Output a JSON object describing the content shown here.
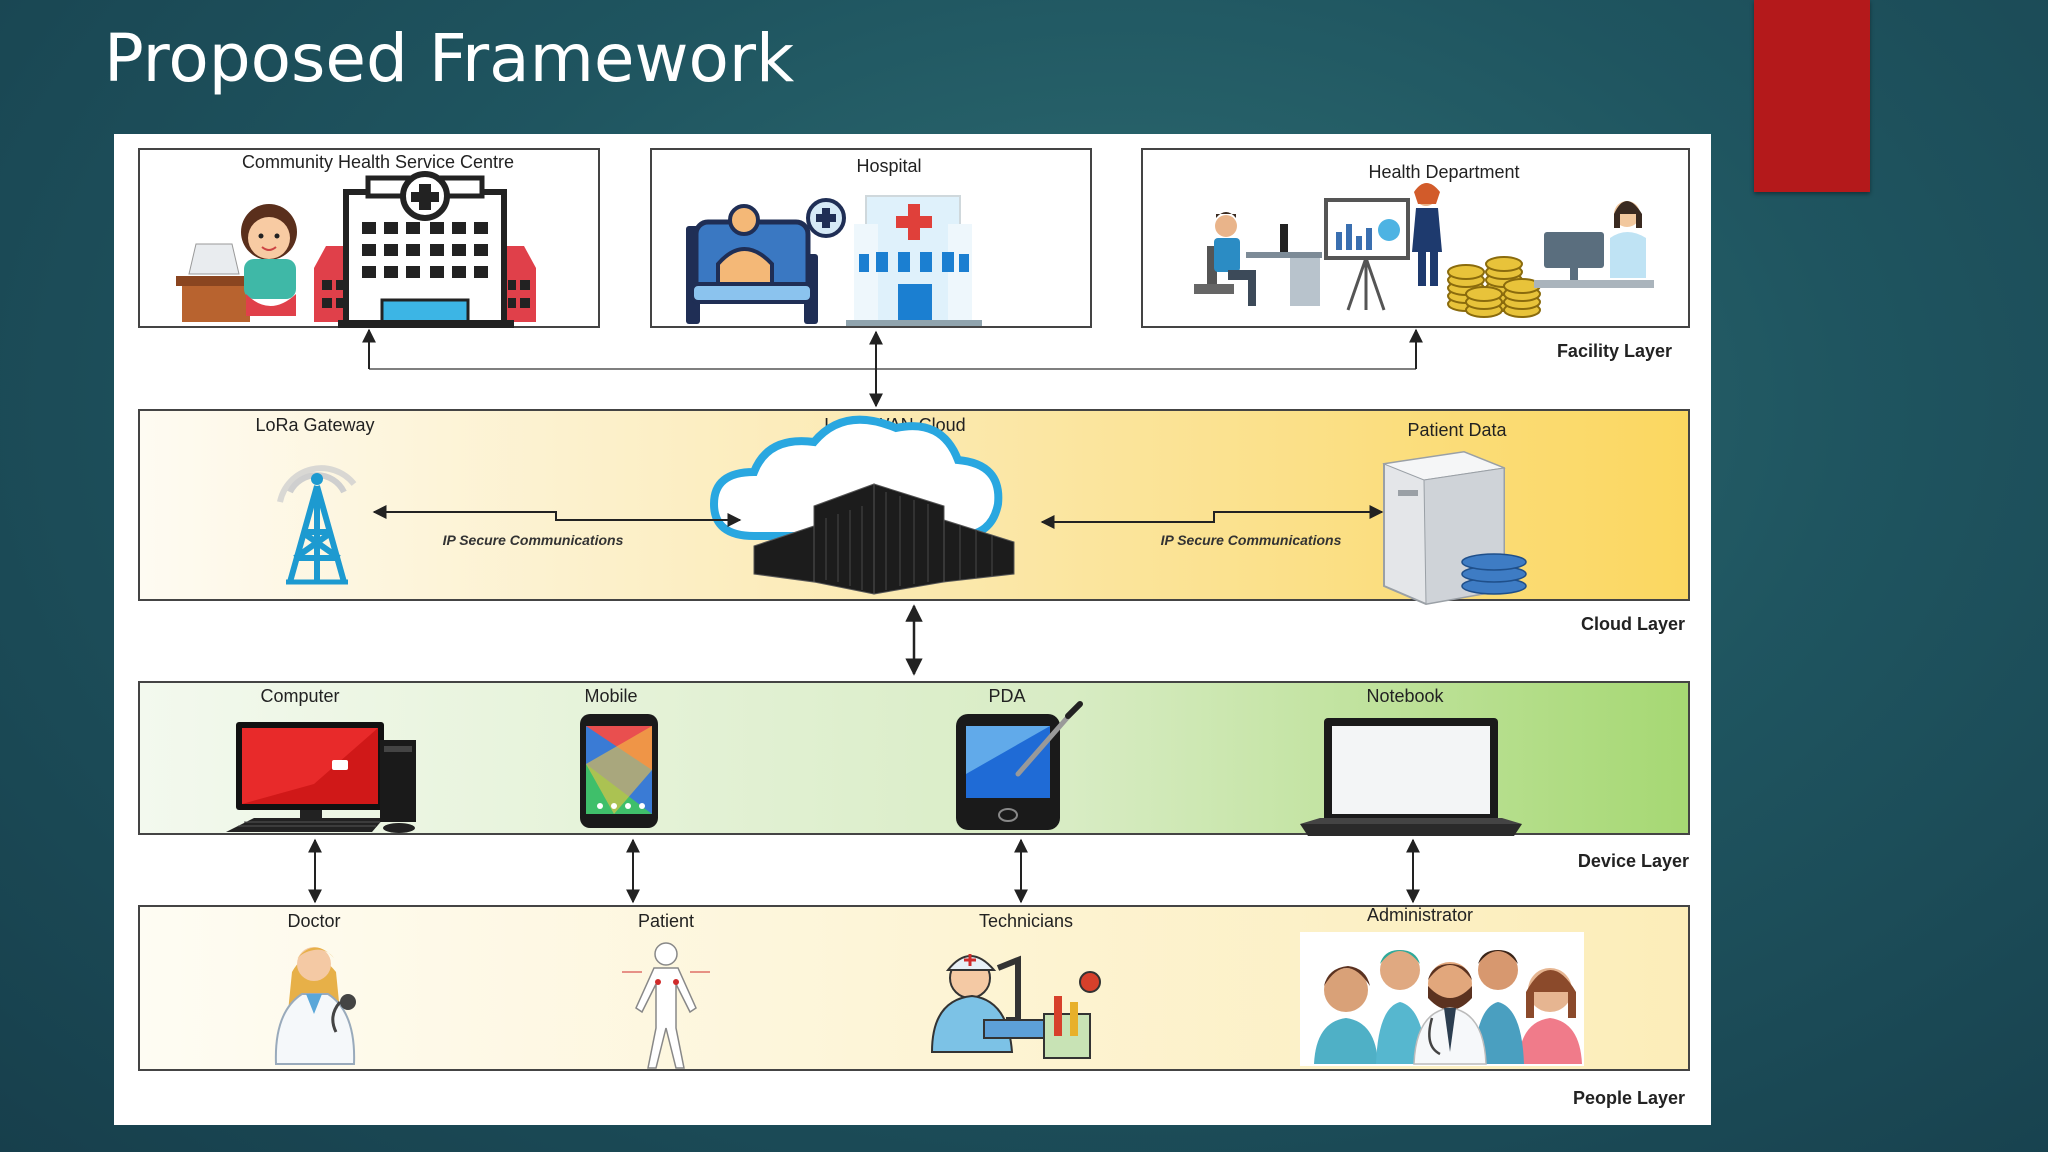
{
  "slide": {
    "title": "Proposed Framework",
    "accent_color": "#b4191b"
  },
  "facility_layer": {
    "label": "Facility Layer",
    "boxes": [
      {
        "title": "Community Health Service Centre",
        "icons": [
          "receptionist-icon",
          "health-centre-building-icon"
        ]
      },
      {
        "title": "Hospital",
        "icons": [
          "patient-bed-icon",
          "hospital-building-icon"
        ]
      },
      {
        "title": "Health Department",
        "icons": [
          "office-worker-icon",
          "presenter-chart-icon",
          "coins-icon",
          "desk-worker-icon"
        ]
      }
    ]
  },
  "cloud_layer": {
    "label": "Cloud Layer",
    "gateway": "LoRa Gateway",
    "cloud": "LoRa WAN Cloud",
    "data": "Patient Data",
    "link_left": "IP Secure Communications",
    "link_right": "IP Secure Communications"
  },
  "device_layer": {
    "label": "Device Layer",
    "devices": [
      "Computer",
      "Mobile",
      "PDA",
      "Notebook"
    ]
  },
  "people_layer": {
    "label": "People Layer",
    "people": [
      "Doctor",
      "Patient",
      "Technicians",
      "Administrator"
    ]
  },
  "colors": {
    "cloud_gradient": [
      "#fefbf2",
      "#fbe9b0",
      "#fbd760"
    ],
    "device_gradient": [
      "#f3f9ee",
      "#d8ecc4",
      "#a6d873"
    ],
    "people_gradient": [
      "#fefcf3",
      "#fdf4d6",
      "#fcedb9"
    ],
    "cloud_blue": "#29a7e0",
    "tower_blue": "#1d9ad0"
  }
}
